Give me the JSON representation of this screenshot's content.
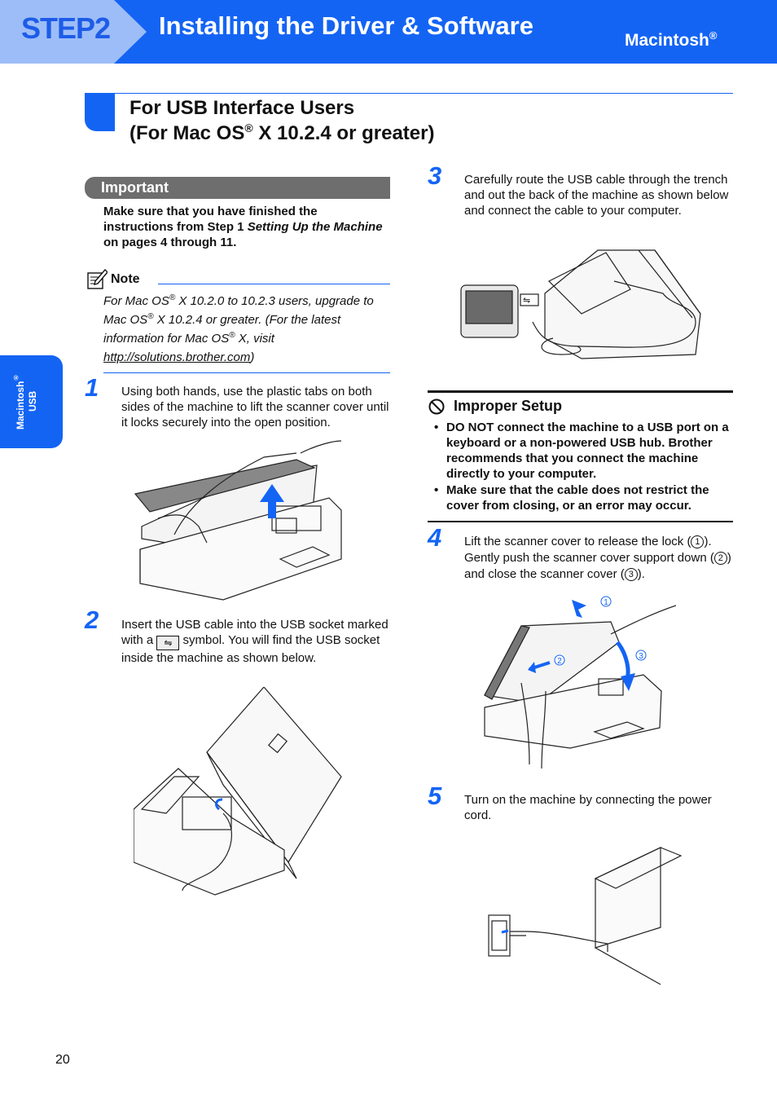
{
  "header": {
    "step": "STEP2",
    "title": "Installing the Driver & Software",
    "os": "Macintosh",
    "os_mark": "®",
    "accent": "#1464f4"
  },
  "side_tab": {
    "line1": "Macintosh",
    "mark": "®",
    "line2": "USB"
  },
  "section": {
    "title_line1": "For USB Interface Users",
    "title_line2_a": "(For Mac OS",
    "title_line2_mark": "®",
    "title_line2_b": " X 10.2.4 or greater)"
  },
  "important": {
    "label": "Important",
    "text_a": "Make sure that you have finished the instructions from Step 1 ",
    "text_em": "Setting Up the Machine",
    "text_b": " on pages 4 through 11."
  },
  "note": {
    "label": "Note",
    "p1": "For Mac OS",
    "mark": "®",
    "p2": " X 10.2.0 to 10.2.3 users, upgrade to Mac OS",
    "p3": " X 10.2.4 or greater. (For the latest information for Mac OS",
    "p4": " X, visit ",
    "link": "http://solutions.brother.com",
    "p5": ")"
  },
  "steps": [
    {
      "num": "1",
      "text": "Using both hands, use the plastic tabs on both sides of the machine to lift the scanner cover until it locks securely into the open position."
    },
    {
      "num": "2",
      "text_a": "Insert the USB cable into the USB socket marked with a ",
      "usb_symbol": "⇋",
      "text_b": " symbol. You will find the USB socket inside the machine as shown below."
    },
    {
      "num": "3",
      "text": "Carefully route the USB cable through the trench and out the back of the machine as shown below and connect the cable to your computer."
    },
    {
      "num": "4",
      "text_a": "Lift the scanner cover to release the lock (",
      "c1": "1",
      "text_b": "). Gently push the scanner cover support down (",
      "c2": "2",
      "text_c": ") and close the scanner cover (",
      "c3": "3",
      "text_d": ")."
    },
    {
      "num": "5",
      "text": "Turn on the machine by connecting the power cord."
    }
  ],
  "figure_callouts": {
    "c1": "1",
    "c2": "2",
    "c3": "3"
  },
  "improper": {
    "title": "Improper Setup",
    "items": [
      "DO NOT connect the machine to a USB port on a keyboard or a non-powered USB hub. Brother recommends that you connect the machine directly to your computer.",
      "Make sure that the cable does not restrict the cover from closing, or an error may occur."
    ]
  },
  "page_number": "20"
}
